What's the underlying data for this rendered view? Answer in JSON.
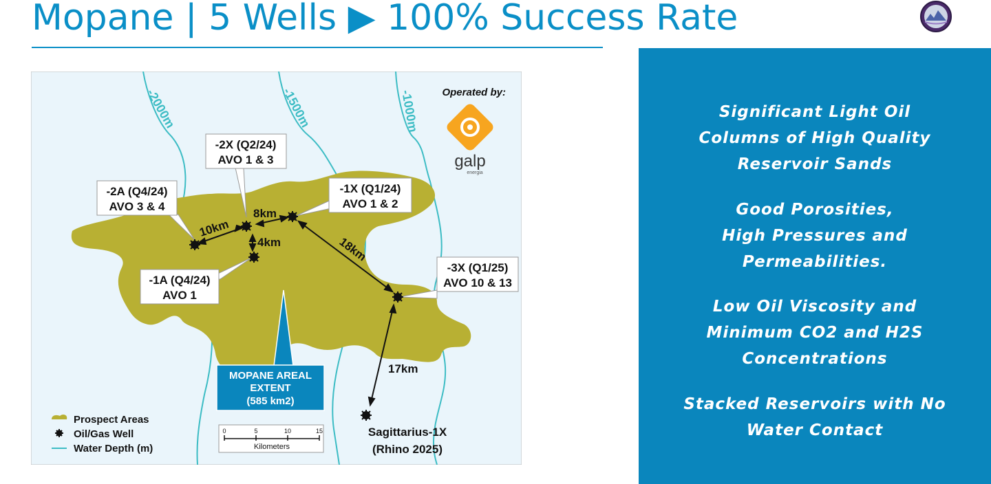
{
  "header": {
    "title": "Mopane | 5 Wells ▶ 100% Success Rate",
    "logo_icon": "company-seal-icon"
  },
  "map": {
    "operator_label": "Operated by:",
    "operator_name": "galp",
    "operator_sub": "energia",
    "contours": [
      "-2000m",
      "-1500m",
      "-1000m"
    ],
    "wells": [
      {
        "name": "-2X (Q2/24)",
        "avo": "AVO 1 & 3"
      },
      {
        "name": "-2A (Q4/24)",
        "avo": "AVO 3 & 4"
      },
      {
        "name": "-1X (Q1/24)",
        "avo": "AVO 1 & 2"
      },
      {
        "name": "-1A (Q4/24)",
        "avo": "AVO 1"
      },
      {
        "name": "-3X (Q1/25)",
        "avo": "AVO 10 & 13"
      },
      {
        "name": "Sagittarius-1X",
        "avo": "(Rhino 2025)"
      }
    ],
    "distances": [
      "10km",
      "8km",
      "4km",
      "18km",
      "17km"
    ],
    "extent_label": [
      "MOPANE AREAL",
      "EXTENT",
      "(585 km2)"
    ],
    "legend": [
      "Prospect Areas",
      "Oil/Gas Well",
      "Water Depth (m)"
    ],
    "scale": {
      "ticks": [
        "0",
        "5",
        "10",
        "15"
      ],
      "label": "Kilometers"
    },
    "colors": {
      "prospect": "#b8b033",
      "water": "#eaf5fb",
      "contour": "#3cbcc4",
      "accent": "#0a86bd"
    }
  },
  "panel": {
    "bullets": [
      [
        "Significant Light Oil",
        "Columns of High Quality",
        "Reservoir Sands"
      ],
      [
        "Good Porosities,",
        "High Pressures and",
        "Permeabilities."
      ],
      [
        "Low Oil Viscosity and",
        "Minimum CO2 and H2S",
        "Concentrations"
      ],
      [
        "Stacked Reservoirs with No",
        "Water Contact"
      ]
    ]
  }
}
